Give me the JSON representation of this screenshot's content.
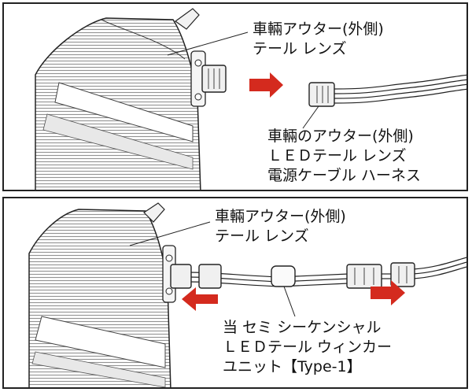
{
  "top_panel": {
    "lamp_label": [
      "車輛アウター(外側)",
      "テール レンズ"
    ],
    "harness_label": [
      "車輛のアウター(外側)",
      "ＬＥＤテール レンズ",
      "電源ケーブル ハーネス"
    ]
  },
  "bottom_panel": {
    "lamp_label": [
      "車輛アウター(外側)",
      "テール レンズ"
    ],
    "unit_label": [
      "当 セミ シーケンシャル",
      "ＬＥＤテール ウィンカー",
      "ユニット【Type-1】"
    ]
  },
  "colors": {
    "arrow": "#d42a1e",
    "line": "#222222"
  },
  "icons": [
    "tail-lamp-icon",
    "connector-icon",
    "right-arrow-icon",
    "left-arrow-icon",
    "wire-harness-icon"
  ]
}
